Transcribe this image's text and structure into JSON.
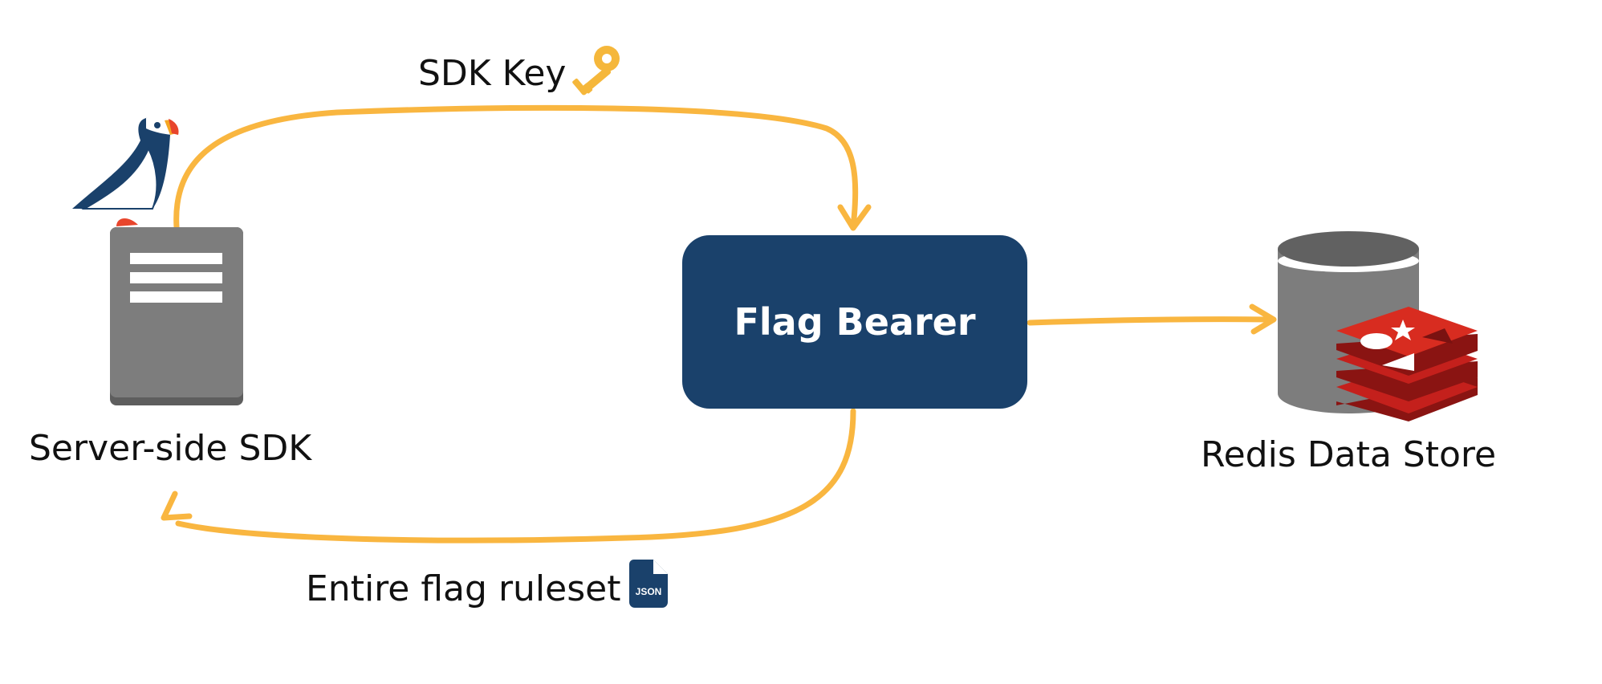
{
  "nodes": {
    "server_sdk": {
      "label": "Server-side SDK"
    },
    "flag_bearer": {
      "label": "Flag Bearer"
    },
    "redis": {
      "label": "Redis Data Store"
    }
  },
  "edges": {
    "sdk_key": {
      "label": "SDK Key",
      "icon": "key-icon"
    },
    "ruleset": {
      "label": "Entire flag ruleset",
      "icon": "json-file-icon",
      "icon_text": "JSON"
    }
  },
  "colors": {
    "arrow": "#f9b640",
    "box": "#1a416b",
    "server": "#7d7d7d",
    "redis_red": "#c4201c",
    "puffin_blue": "#1a416b"
  }
}
